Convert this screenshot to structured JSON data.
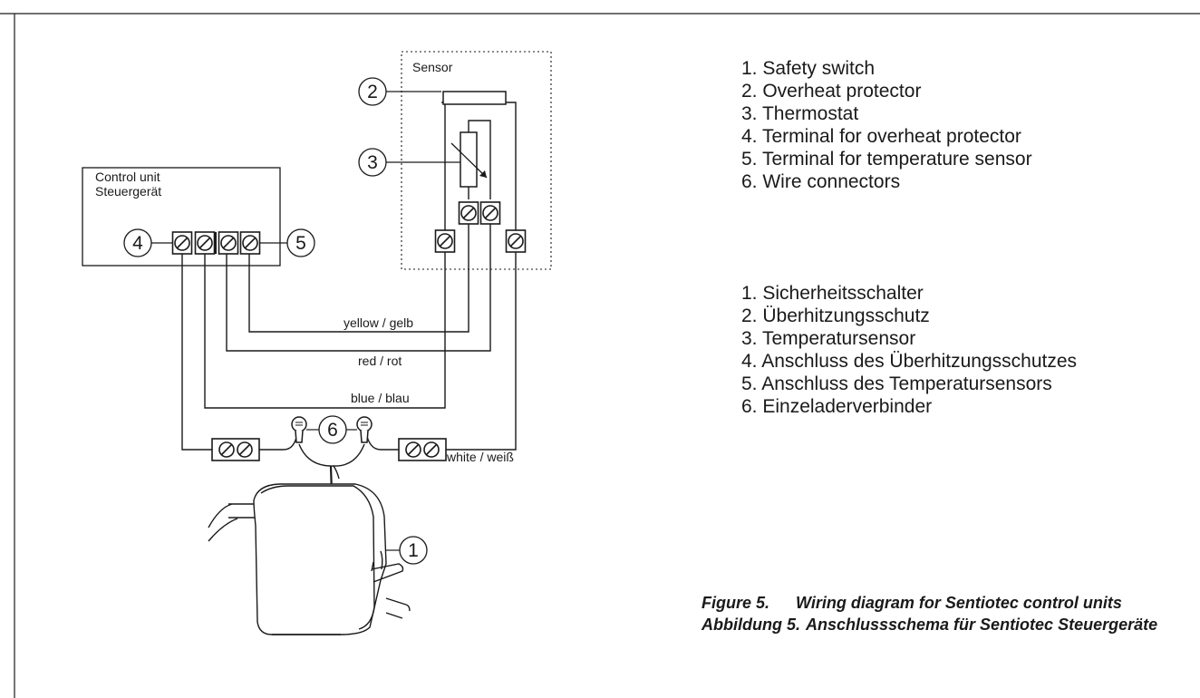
{
  "labels": {
    "sensor": "Sensor",
    "control_unit_en": "Control unit",
    "control_unit_de": "Steuergerät"
  },
  "wires": {
    "yellow": "yellow / gelb",
    "red": "red / rot",
    "blue": "blue / blau",
    "white": "white / weiß"
  },
  "markers": [
    "1",
    "2",
    "3",
    "4",
    "5",
    "6"
  ],
  "legend_en": [
    "1. Safety switch",
    "2. Overheat protector",
    "3. Thermostat",
    "4. Terminal for overheat protector",
    "5. Terminal for temperature sensor",
    "6. Wire connectors"
  ],
  "legend_de": [
    "1. Sicherheitsschalter",
    "2. Überhitzungsschutz",
    "3. Temperatursensor",
    "4. Anschluss des Überhitzungsschutzes",
    "5. Anschluss des Temperatursensors",
    "6. Einzeladerverbinder"
  ],
  "caption": {
    "en_label": "Figure 5.",
    "en_text": "Wiring diagram for Sentiotec control units",
    "de_label": "Abbildung 5.",
    "de_text": "Anschlussschema für Sentiotec Steuergeräte"
  }
}
